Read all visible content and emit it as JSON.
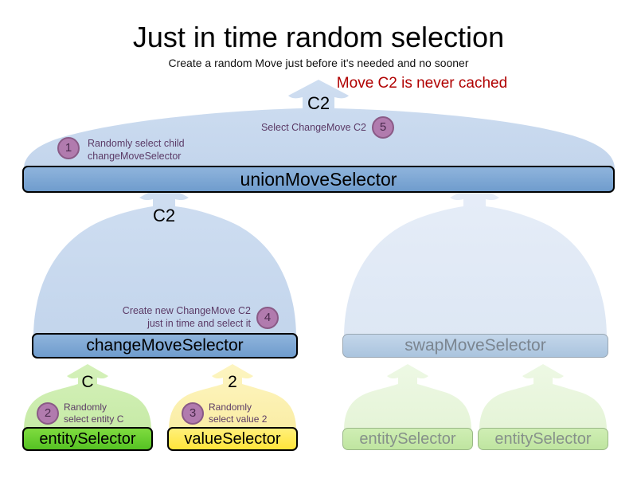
{
  "header": {
    "title": "Just in time random selection",
    "subtitle": "Create a random Move just before it's needed and no sooner",
    "note": "Move C2 is never cached",
    "note_color": "#b00000"
  },
  "colors": {
    "arrow_blue": "#c9d9ef",
    "arrow_blue_faded": "#e2eaf6",
    "arrow_green": "#cdeeb0",
    "arrow_green_faded": "#e8f6dd",
    "arrow_yellow": "#fbf0ae",
    "bar_blue": "#7aa5d2",
    "bar_blue_faded": "#b7cde3",
    "bar_green": "#66cc33",
    "bar_green_faded": "#c6e8ab",
    "bar_yellow": "#ffe94d",
    "badge_fill": "#b17bae",
    "badge_border": "#8a5a86",
    "anno_text": "#5b3a66",
    "faded_text": "#85909a"
  },
  "flow_labels": {
    "union_out": "C2",
    "change_out": "C2",
    "entity_out": "C",
    "value_out": "2"
  },
  "steps": [
    {
      "number": "1",
      "line1": "Randomly select child",
      "line2": "changeMoveSelector"
    },
    {
      "number": "2",
      "line1": "Randomly",
      "line2": "select entity C"
    },
    {
      "number": "3",
      "line1": "Randomly",
      "line2": "select value 2"
    },
    {
      "number": "4",
      "line1": "Create new ChangeMove C2",
      "line2": "just in time and select it"
    },
    {
      "number": "5",
      "line1": "Select ChangeMove C2",
      "line2": ""
    }
  ],
  "selectors": {
    "union": "unionMoveSelector",
    "change": "changeMoveSelector",
    "swap": "swapMoveSelector",
    "entity": "entitySelector",
    "value": "valueSelector",
    "swap_entity_left": "entitySelector",
    "swap_entity_right": "entitySelector"
  }
}
